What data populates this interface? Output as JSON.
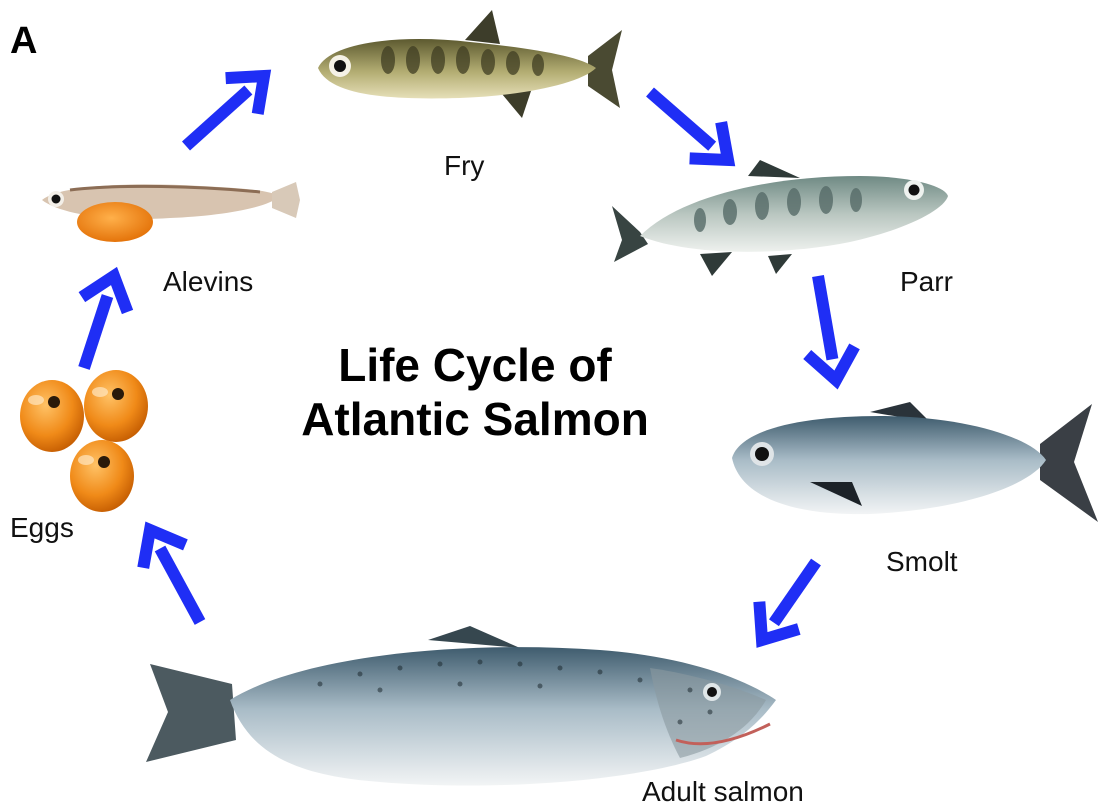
{
  "panel_label": "A",
  "title": {
    "line1": "Life Cycle of",
    "line2": "Atlantic Salmon"
  },
  "stages": {
    "eggs": "Eggs",
    "alevins": "Alevins",
    "fry": "Fry",
    "parr": "Parr",
    "smolt": "Smolt",
    "adult": "Adult salmon"
  },
  "colors": {
    "arrow": "#1f2ef5",
    "egg": "#f08a18"
  }
}
